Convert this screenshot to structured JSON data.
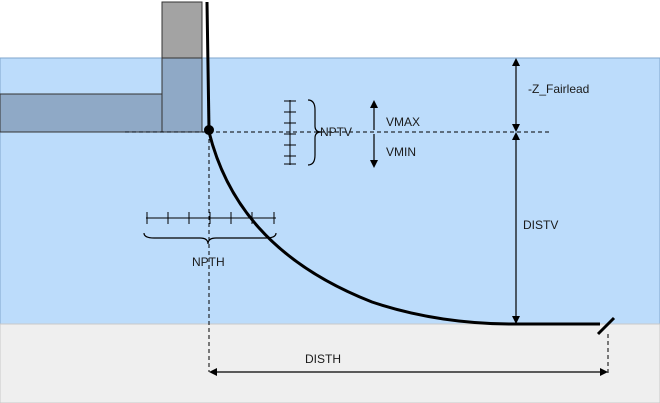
{
  "labels": {
    "z_fairlead": "-Z_Fairlead",
    "nptv": "NPTV",
    "vmax": "VMAX",
    "vmin": "VMIN",
    "distv": "DISTV",
    "npth": "NPTH",
    "disth": "DISTH"
  },
  "colors": {
    "water": "#bcdcfb",
    "water_edge": "#7fa6cc",
    "seabed": "#efefef",
    "platform_top": "#a3a3a3",
    "platform_sub": "#8fa9c6",
    "line": "#000000"
  }
}
